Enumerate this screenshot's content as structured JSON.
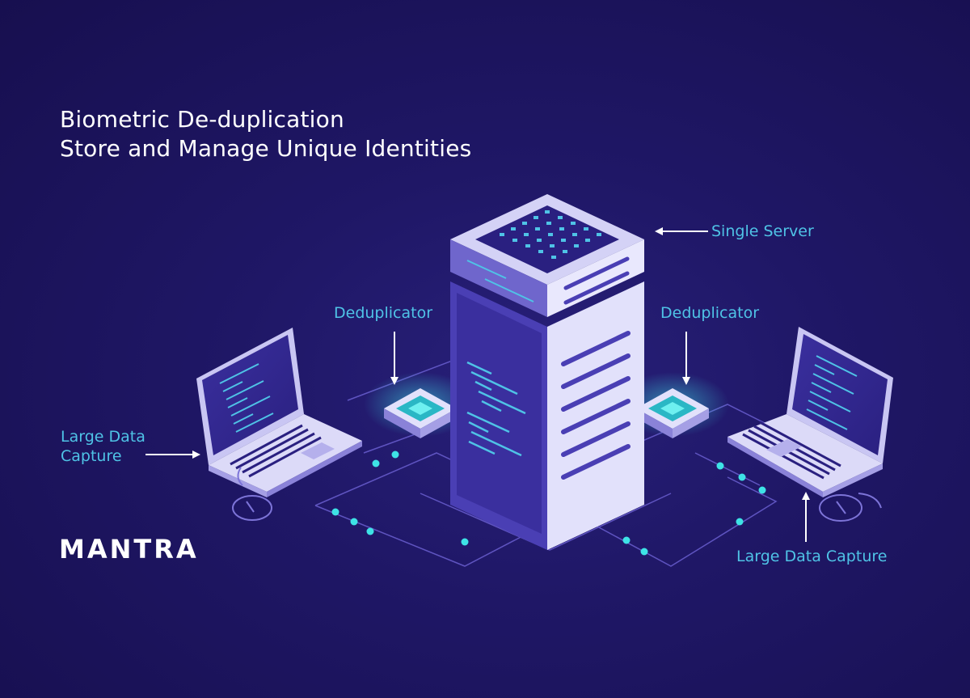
{
  "headline": {
    "line1": "Biometric De-duplication",
    "line2": "Store and Manage Unique Identities"
  },
  "labels": {
    "single_server": "Single Server",
    "deduplicator_left": "Deduplicator",
    "deduplicator_right": "Deduplicator",
    "capture_left_line1": "Large Data",
    "capture_left_line2": "Capture",
    "capture_right": "Large Data Capture"
  },
  "logo": "MANTRA",
  "colors": {
    "background": "#1f1766",
    "label_accent": "#4fc3e6",
    "node_dot": "#3ee3e6",
    "server_face_light": "#e2e1fb",
    "server_face_dark": "#4a3fb4"
  },
  "icons": [
    "server-icon",
    "chip-icon",
    "laptop-icon",
    "mouse-icon",
    "arrow-icon"
  ]
}
